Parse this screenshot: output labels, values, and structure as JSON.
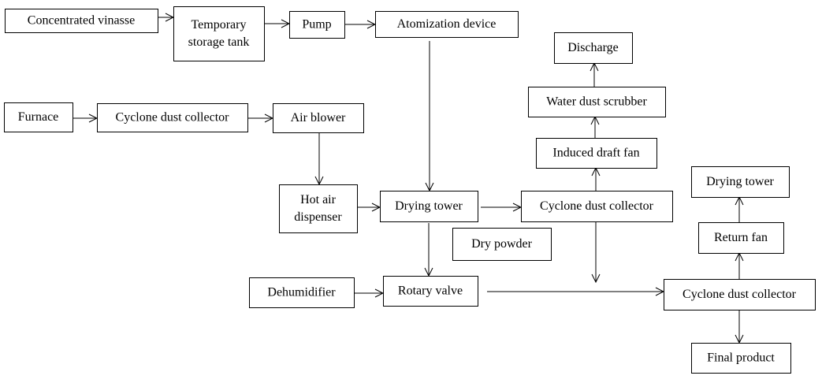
{
  "nodes": [
    {
      "id": "concentrated-vinasse",
      "lines": [
        "Concentrated vinasse"
      ]
    },
    {
      "id": "temporary-storage-tank",
      "lines": [
        "Temporary",
        "storage tank"
      ]
    },
    {
      "id": "pump",
      "lines": [
        "Pump"
      ]
    },
    {
      "id": "atomization-device",
      "lines": [
        "Atomization device"
      ]
    },
    {
      "id": "discharge",
      "lines": [
        "Discharge"
      ]
    },
    {
      "id": "water-dust-scrubber",
      "lines": [
        "Water dust scrubber"
      ]
    },
    {
      "id": "induced-draft-fan",
      "lines": [
        "Induced draft fan"
      ]
    },
    {
      "id": "furnace",
      "lines": [
        "Furnace"
      ]
    },
    {
      "id": "cyclone-dust-collector-1",
      "lines": [
        "Cyclone dust collector"
      ]
    },
    {
      "id": "air-blower",
      "lines": [
        "Air blower"
      ]
    },
    {
      "id": "hot-air-dispenser",
      "lines": [
        "Hot air",
        "dispenser"
      ]
    },
    {
      "id": "drying-tower-1",
      "lines": [
        "Drying tower"
      ]
    },
    {
      "id": "cyclone-dust-collector-2",
      "lines": [
        "Cyclone dust collector"
      ]
    },
    {
      "id": "drying-tower-2",
      "lines": [
        "Drying tower"
      ]
    },
    {
      "id": "return-fan",
      "lines": [
        "Return fan"
      ]
    },
    {
      "id": "dry-powder",
      "lines": [
        "Dry powder"
      ]
    },
    {
      "id": "dehumidifier",
      "lines": [
        "Dehumidifier"
      ]
    },
    {
      "id": "rotary-valve",
      "lines": [
        "Rotary valve"
      ]
    },
    {
      "id": "cyclone-dust-collector-3",
      "lines": [
        "Cyclone dust collector"
      ]
    },
    {
      "id": "final-product",
      "lines": [
        "Final product"
      ]
    }
  ],
  "edges": [
    {
      "from": "concentrated-vinasse",
      "to": "temporary-storage-tank"
    },
    {
      "from": "temporary-storage-tank",
      "to": "pump"
    },
    {
      "from": "pump",
      "to": "atomization-device"
    },
    {
      "from": "atomization-device",
      "to": "drying-tower-1"
    },
    {
      "from": "furnace",
      "to": "cyclone-dust-collector-1"
    },
    {
      "from": "cyclone-dust-collector-1",
      "to": "air-blower"
    },
    {
      "from": "air-blower",
      "to": "hot-air-dispenser"
    },
    {
      "from": "hot-air-dispenser",
      "to": "drying-tower-1"
    },
    {
      "from": "drying-tower-1",
      "to": "cyclone-dust-collector-2"
    },
    {
      "from": "cyclone-dust-collector-2",
      "to": "induced-draft-fan"
    },
    {
      "from": "induced-draft-fan",
      "to": "water-dust-scrubber"
    },
    {
      "from": "water-dust-scrubber",
      "to": "discharge"
    },
    {
      "from": "drying-tower-1",
      "to": "rotary-valve"
    },
    {
      "from": "cyclone-dust-collector-2",
      "to": "rotary-valve"
    },
    {
      "from": "dehumidifier",
      "to": "rotary-valve"
    },
    {
      "from": "rotary-valve",
      "to": "cyclone-dust-collector-3"
    },
    {
      "from": "cyclone-dust-collector-3",
      "to": "return-fan"
    },
    {
      "from": "return-fan",
      "to": "drying-tower-2"
    },
    {
      "from": "cyclone-dust-collector-3",
      "to": "final-product"
    }
  ]
}
